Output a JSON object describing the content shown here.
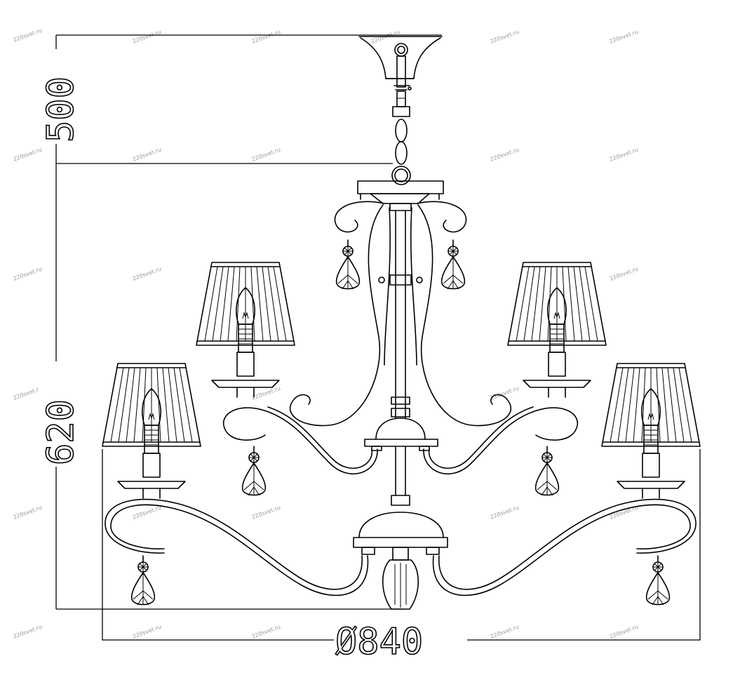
{
  "dimensions": {
    "ceiling_to_hook": "500",
    "body_height": "620",
    "diameter": "Ø840"
  },
  "watermark": "220svet.ru",
  "colors": {
    "line": "#000000",
    "background": "#ffffff",
    "watermark": "#9a9a9a"
  }
}
